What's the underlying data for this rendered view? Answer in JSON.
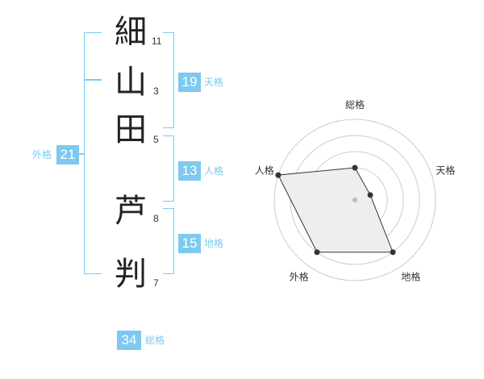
{
  "name": {
    "characters": [
      {
        "char": "細",
        "strokes": "11"
      },
      {
        "char": "山",
        "strokes": "3"
      },
      {
        "char": "田",
        "strokes": "5"
      },
      {
        "char": "芦",
        "strokes": "8"
      },
      {
        "char": "判",
        "strokes": "7"
      }
    ]
  },
  "fortune": {
    "tenkaku": {
      "label": "天格",
      "value": "19"
    },
    "jinkaku": {
      "label": "人格",
      "value": "13"
    },
    "chikaku": {
      "label": "地格",
      "value": "15"
    },
    "gaikaku": {
      "label": "外格",
      "value": "21"
    },
    "soukaku": {
      "label": "総格",
      "value": "34"
    }
  },
  "colors": {
    "accent": "#7dc9f0",
    "text": "#222222",
    "radar_fill": "#eeeeee",
    "ring": "#cccccc"
  },
  "chart_data": {
    "type": "radar",
    "axes": [
      "総格",
      "天格",
      "地格",
      "外格",
      "人格"
    ],
    "levels": 5,
    "range": [
      0,
      5
    ],
    "values": [
      2,
      1,
      4,
      4,
      5
    ]
  }
}
